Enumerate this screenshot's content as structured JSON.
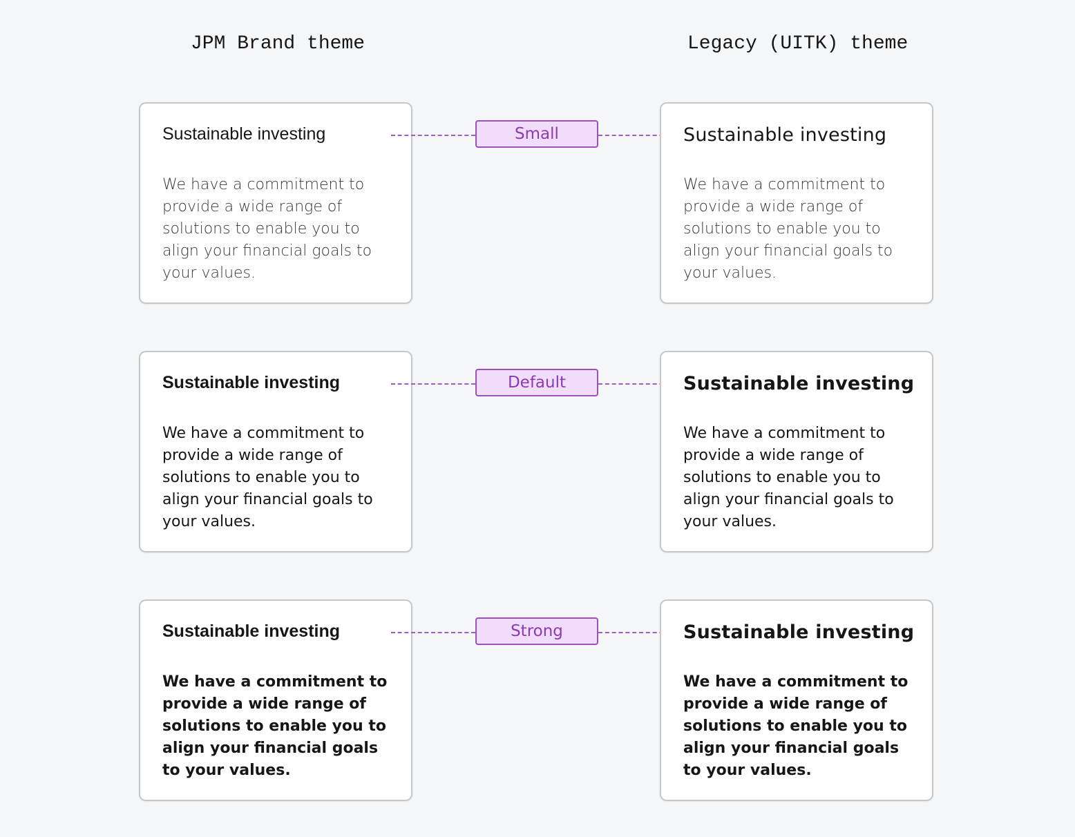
{
  "columns": {
    "left_title": "JPM Brand theme",
    "right_title": "Legacy (UITK) theme"
  },
  "rows": [
    {
      "label": "Small",
      "left": {
        "heading": "Sustainable investing",
        "body": "We have a commitment to provide a wide range of solutions to enable you to align your financial goals to your values."
      },
      "right": {
        "heading": "Sustainable investing",
        "body": "We have a commitment to provide a wide range of solutions to enable you to align your financial goals to your values."
      }
    },
    {
      "label": "Default",
      "left": {
        "heading": "Sustainable investing",
        "body": "We have a commitment to provide a wide range of solutions to enable you to align your financial goals to your values."
      },
      "right": {
        "heading": "Sustainable investing",
        "body": "We have a commitment to provide a wide range of solutions to enable you to align your financial goals to your values."
      }
    },
    {
      "label": "Strong",
      "left": {
        "heading": "Sustainable investing",
        "body": "We have a commitment to provide a wide range of solutions to enable you to align your financial goals to your values."
      },
      "right": {
        "heading": "Sustainable investing",
        "body": "We have a commitment to provide a wide range of solutions to enable you to align your financial goals to your values."
      }
    }
  ],
  "colors": {
    "background": "#f5f6f8",
    "card_border": "#c5c7cb",
    "tag_fill": "#f2dcfb",
    "tag_border": "#9a52b8",
    "tag_text": "#8a3cae",
    "connector": "#a15bbf"
  }
}
